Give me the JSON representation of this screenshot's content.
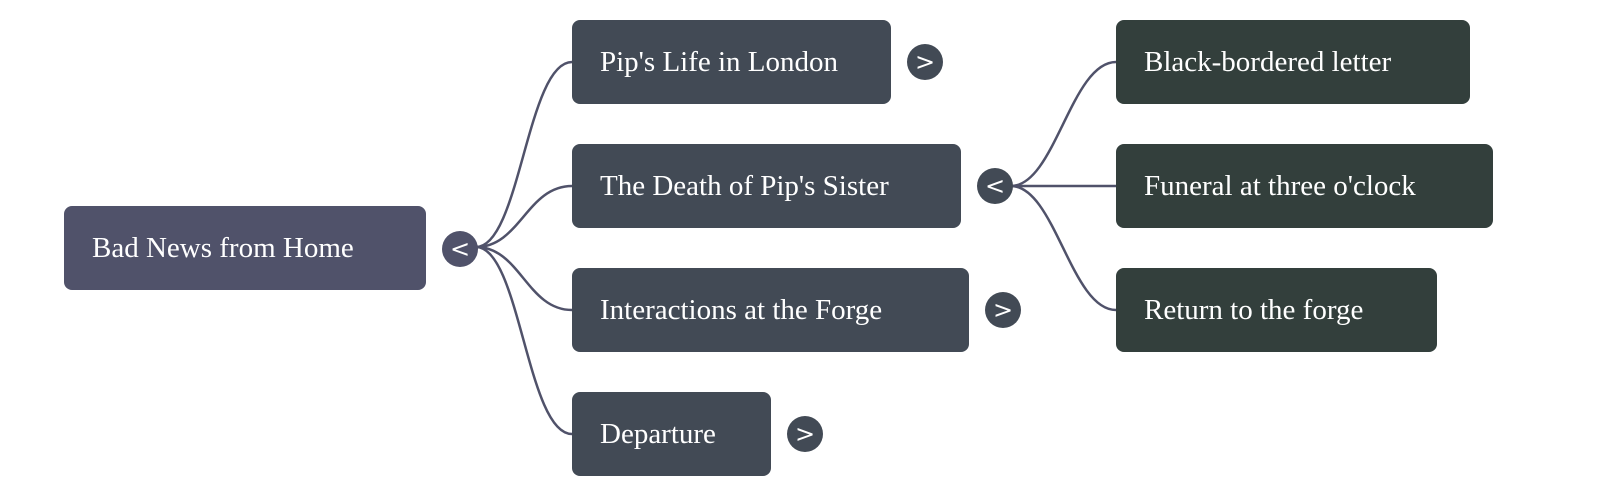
{
  "mindmap": {
    "root": {
      "label": "Bad News from Home",
      "toggle": "<"
    },
    "branches": [
      {
        "label": "Pip's Life in London",
        "toggle": ">"
      },
      {
        "label": "The Death of Pip's Sister",
        "toggle": "<"
      },
      {
        "label": "Interactions at the Forge",
        "toggle": ">"
      },
      {
        "label": "Departure",
        "toggle": ">"
      }
    ],
    "sister_children": [
      {
        "label": "Black-bordered letter"
      },
      {
        "label": "Funeral at three o'clock"
      },
      {
        "label": "Return to the forge"
      }
    ]
  },
  "colors": {
    "root": "#50526a",
    "branch": "#424a55",
    "leaf": "#333f3c",
    "link": "#50526a"
  }
}
